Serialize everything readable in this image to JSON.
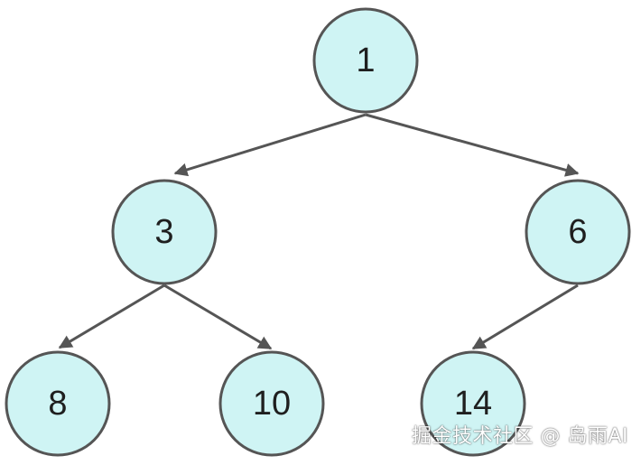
{
  "tree": {
    "nodes": [
      {
        "id": "n1",
        "label": "1"
      },
      {
        "id": "n3",
        "label": "3"
      },
      {
        "id": "n6",
        "label": "6"
      },
      {
        "id": "n8",
        "label": "8"
      },
      {
        "id": "n10",
        "label": "10"
      },
      {
        "id": "n14",
        "label": "14"
      }
    ],
    "edges": [
      {
        "from": "n1",
        "to": "n3"
      },
      {
        "from": "n1",
        "to": "n6"
      },
      {
        "from": "n3",
        "to": "n8"
      },
      {
        "from": "n3",
        "to": "n10"
      },
      {
        "from": "n6",
        "to": "n14"
      }
    ]
  },
  "colors": {
    "node_fill": "#cff4f4",
    "node_stroke": "#555555",
    "edge": "#555555",
    "text": "#1f1f1f"
  },
  "watermark": "掘金技术社区 @ 岛雨AI"
}
